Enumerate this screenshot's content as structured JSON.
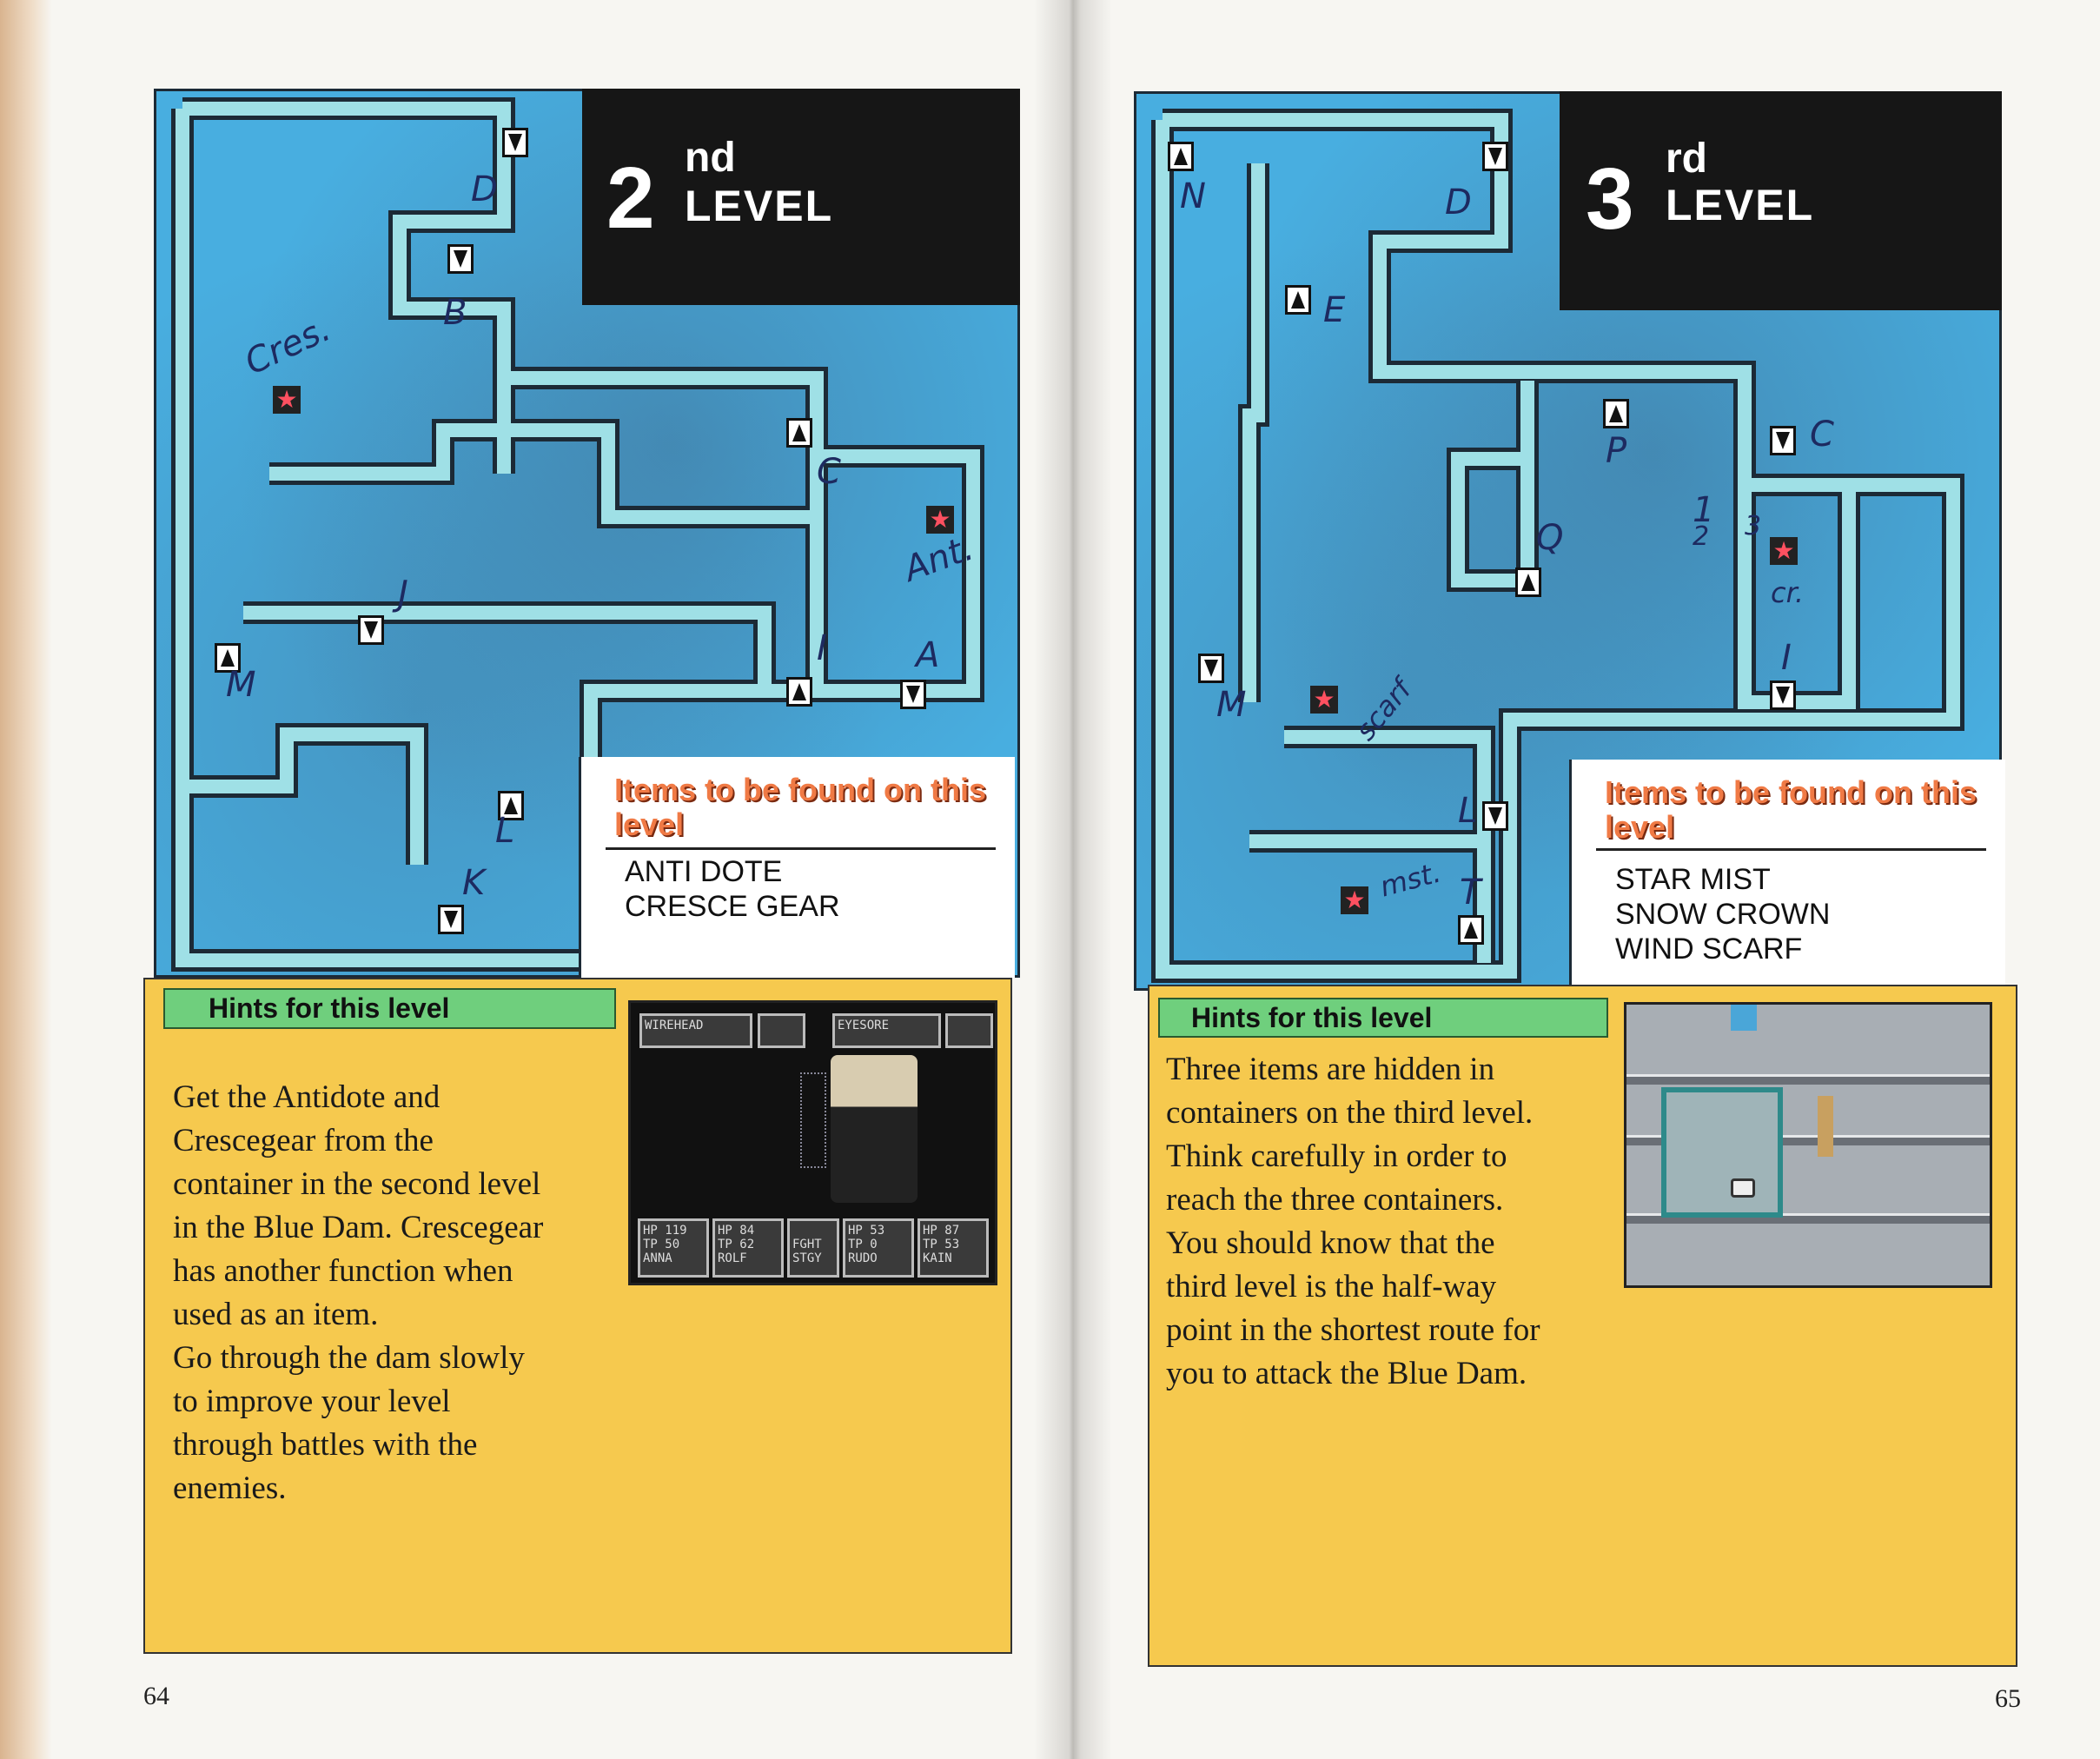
{
  "left_page": {
    "title": {
      "number": "2",
      "suffix": "nd",
      "word": "LEVEL"
    },
    "map_labels": [
      "D",
      "B",
      "Cres.",
      "C",
      "Ant.",
      "J",
      "I",
      "A",
      "M",
      "L",
      "K"
    ],
    "items_heading": "Items to be found on this level",
    "items": [
      "ANTI DOTE",
      "CRESCE GEAR"
    ],
    "hints_label": "Hints for  this level",
    "hint_lines": [
      "Get the Antidote and",
      "Crescegear from the",
      "container in the second level",
      "in the Blue Dam. Crescegear",
      "has another function when",
      "used as an item.",
      "Go through the dam slowly",
      "to improve your level",
      "through battles with the",
      "enemies."
    ],
    "screenshot": {
      "enemies": [
        "WIREHEAD",
        "EYESORE"
      ],
      "party": [
        {
          "hp": "119",
          "tp": "50",
          "name": "ANNA"
        },
        {
          "hp": "84",
          "tp": "62",
          "name": "ROLF"
        },
        {
          "hp": "53",
          "tp": "0",
          "name": "RUDO"
        },
        {
          "hp": "87",
          "tp": "53",
          "name": "KAIN"
        }
      ],
      "commands": [
        "FGHT",
        "STGY"
      ],
      "hp_label": "HP",
      "tp_label": "TP"
    },
    "page_number": "64"
  },
  "right_page": {
    "title": {
      "number": "3",
      "suffix": "rd",
      "word": "LEVEL"
    },
    "map_labels": [
      "N",
      "D",
      "E",
      "P",
      "C",
      "Q",
      "1",
      "2",
      "3",
      "cr.",
      "I",
      "M",
      "scarf",
      "L",
      "mst.",
      "T"
    ],
    "items_heading": "Items to be found on this level",
    "items": [
      "STAR  MIST",
      "SNOW CROWN",
      "WIND SCARF"
    ],
    "hints_label": "Hints for  this level",
    "hint_lines": [
      "Three items are hidden in",
      "containers on the third level.",
      "Think carefully in order to",
      "reach the three containers.",
      "You should know that the",
      "third level is the half-way",
      "point in the shortest route for",
      "you to attack the Blue Dam."
    ],
    "page_number": "65"
  },
  "colors": {
    "map_blue": "#48aee0",
    "hint_yellow": "#f6c94e",
    "hints_green": "#6fcf7d",
    "items_orange": "#f07a45"
  }
}
